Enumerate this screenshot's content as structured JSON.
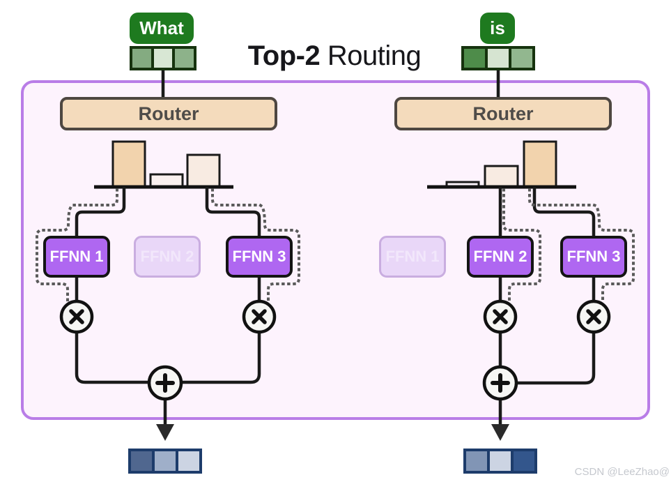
{
  "title": {
    "prefix": "Top-2",
    "suffix": "Routing"
  },
  "watermark": "CSDN @LeeZhao@",
  "icons": {
    "multiply": "×",
    "add": "+",
    "arrow_down": "▼"
  },
  "tokens": [
    {
      "label": "What",
      "embedding_colors": [
        "#84ab81",
        "#d8e7d4",
        "#8db28a"
      ]
    },
    {
      "label": "is",
      "embedding_colors": [
        "#4e8c4a",
        "#d6e4d1",
        "#92b78f"
      ]
    }
  ],
  "panels": [
    {
      "token": "What",
      "router_label": "Router",
      "router_weights": [
        0.65,
        0.18,
        0.46
      ],
      "bar_colors": [
        "#f2d3ad",
        "#faf0ef",
        "#f8ebe2"
      ],
      "experts": [
        {
          "label": "FFNN 1",
          "active": true
        },
        {
          "label": "FFNN 2",
          "active": false
        },
        {
          "label": "FFNN 3",
          "active": true
        }
      ],
      "output_colors": [
        "#50678f",
        "#9fafc9",
        "#ccd4e3"
      ]
    },
    {
      "token": "is",
      "router_label": "Router",
      "router_weights": [
        0.07,
        0.3,
        0.65
      ],
      "bar_colors": [
        "#fdf4fc",
        "#f8ebe2",
        "#f2d3ad"
      ],
      "experts": [
        {
          "label": "FFNN 1",
          "active": false
        },
        {
          "label": "FFNN 2",
          "active": true
        },
        {
          "label": "FFNN 3",
          "active": true
        }
      ],
      "output_colors": [
        "#8195b5",
        "#ccd4e3",
        "#33568c"
      ]
    }
  ],
  "colors": {
    "token_badge": "#1e7a1f",
    "token_border": "#16330e",
    "container_bg": "#fdf3fd",
    "container_border": "#b97de7",
    "router_bg": "#f4dbbc",
    "router_border": "#4e4741",
    "expert_active_bg": "#af67f1",
    "expert_inactive_bg": "#e9d7f8",
    "output_border": "#1d3c6b",
    "line": "#1a1a1a",
    "dotted": "#5a5a5a"
  }
}
